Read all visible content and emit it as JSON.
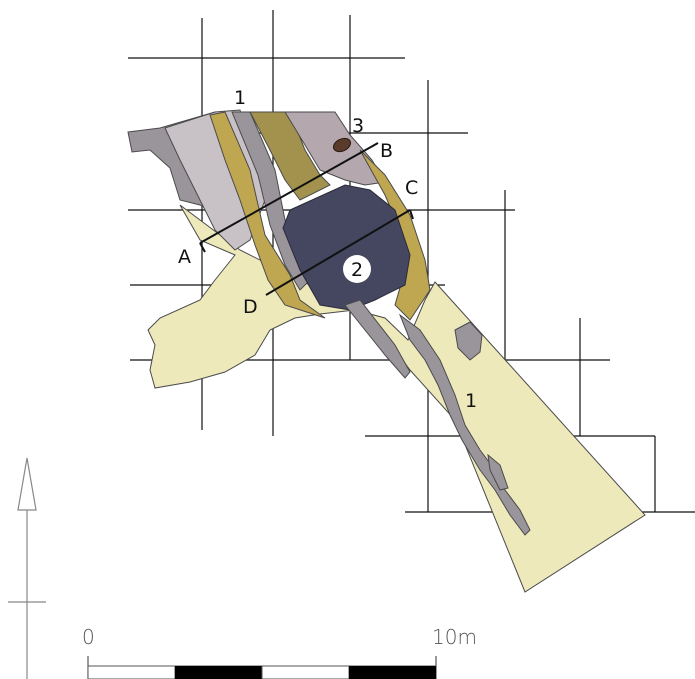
{
  "palette": {
    "sand": "#ede9bb",
    "ochre": "#bfa650",
    "olive": "#a2924e",
    "grey": "#9a959b",
    "light_grey": "#c8c2c7",
    "mauve": "#b4a7ad",
    "dark_slate": "#45465f",
    "brown": "#5a3a2a",
    "grid": "#111111"
  },
  "labels": {
    "feature_1_top": "1",
    "feature_1_right": "1",
    "feature_2": "2",
    "feature_3": "3",
    "section_a": "A",
    "section_b": "B",
    "section_c": "C",
    "section_d": "D"
  },
  "scale_bar": {
    "start_label": "0",
    "end_label": "10m"
  },
  "north_arrow": {
    "icon": "north-arrow-icon"
  }
}
